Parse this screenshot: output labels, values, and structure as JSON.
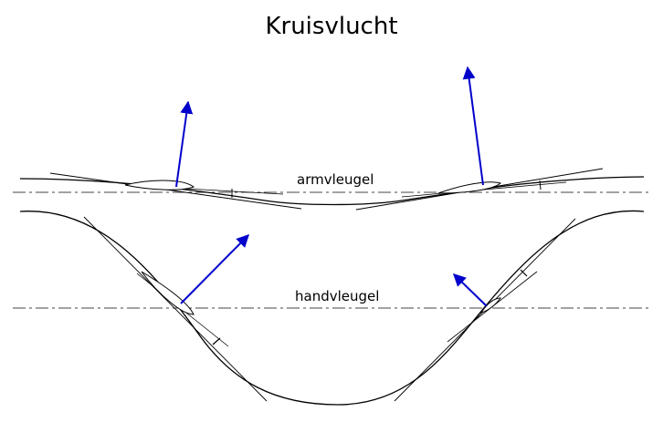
{
  "title": "Kruisvlucht",
  "labels": {
    "arm": "armvleugel",
    "hand": "handvleugel"
  },
  "colors": {
    "arrow": "#0000cc",
    "line": "#000000",
    "axis": "#444444"
  }
}
